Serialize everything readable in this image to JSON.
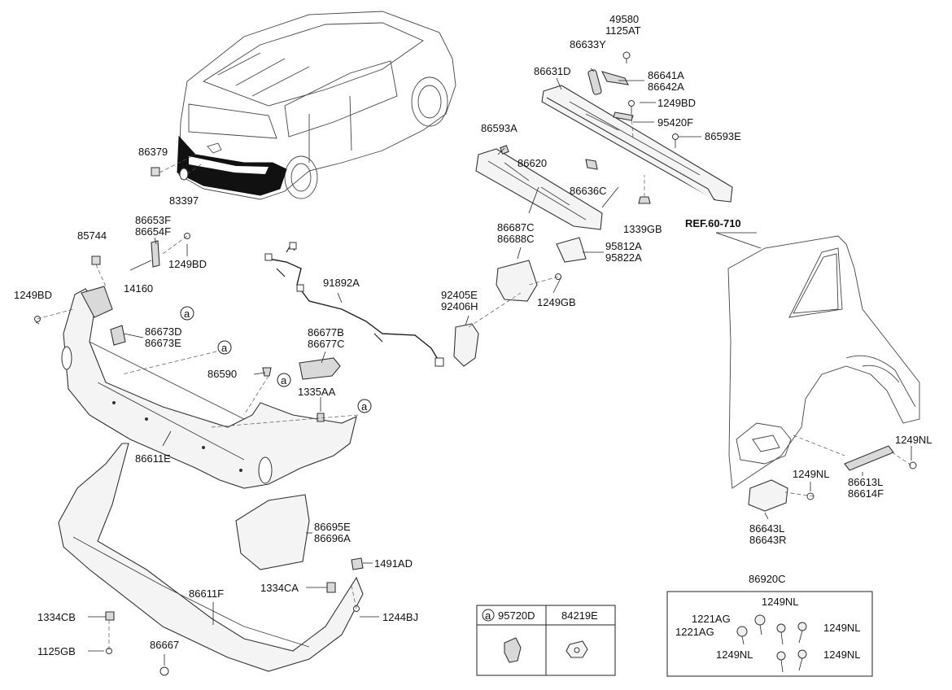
{
  "ref_label": "REF.60-710",
  "parts": {
    "p49580": "49580",
    "p1125AT": "1125AT",
    "p86633Y": "86633Y",
    "p86631D": "86631D",
    "p86641A": "86641A",
    "p86642A": "86642A",
    "p1249BD_a": "1249BD",
    "p95420F": "95420F",
    "p86593E": "86593E",
    "p86593A": "86593A",
    "p86620": "86620",
    "p86636C": "86636C",
    "p1339GB": "1339GB",
    "p86379": "86379",
    "p83397": "83397",
    "p86653F": "86653F",
    "p86654F": "86654F",
    "p85744": "85744",
    "p1249BD_b": "1249BD",
    "p14160": "14160",
    "p1249BD_c": "1249BD",
    "p91892A": "91892A",
    "p86687C": "86687C",
    "p86688C": "86688C",
    "p95812A": "95812A",
    "p95822A": "95822A",
    "p92405E": "92405E",
    "p92406H": "92406H",
    "p1249GB": "1249GB",
    "p86673D": "86673D",
    "p86673E": "86673E",
    "p86677B": "86677B",
    "p86677C": "86677C",
    "p86590": "86590",
    "p1335AA": "1335AA",
    "p86611E": "86611E",
    "p1249NL_a": "1249NL",
    "p1249NL_b": "1249NL",
    "p86613L": "86613L",
    "p86614F": "86614F",
    "p86643L": "86643L",
    "p86643R": "86643R",
    "p86695E": "86695E",
    "p86696A": "86696A",
    "p1491AD": "1491AD",
    "p1334CA": "1334CA",
    "p86611F": "86611F",
    "p1244BJ": "1244BJ",
    "p1334CB": "1334CB",
    "p1125GB": "1125GB",
    "p86667": "86667",
    "p86920C": "86920C",
    "p1249NL_c": "1249NL",
    "p1221AG_a": "1221AG",
    "p1221AG_b": "1221AG",
    "p1249NL_d": "1249NL",
    "p1249NL_e": "1249NL",
    "p1249NL_f": "1249NL"
  },
  "callout": "a",
  "legend_table": {
    "col1_code": "95720D",
    "col2_code": "84219E"
  }
}
